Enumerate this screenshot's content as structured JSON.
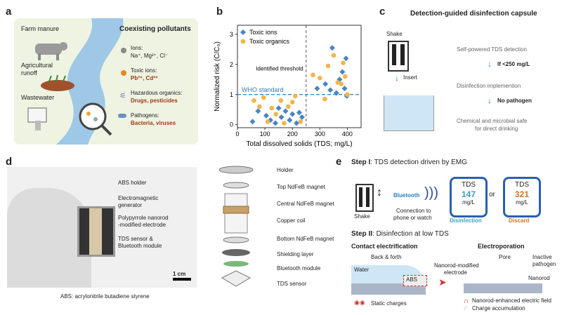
{
  "panel_a": {
    "label": "a",
    "sources": [
      "Farm manure",
      "Agricultural runoff",
      "Wastewater"
    ],
    "heading": "Coexisting pollutants",
    "items": [
      {
        "title": "Ions:",
        "detail": "Na⁺, Mg²⁺, Cl⁻",
        "icon": "gray-ion-icon"
      },
      {
        "title": "Toxic ions:",
        "detail": "Pb²⁺, Cd²⁺",
        "icon": "orange-ion-icon"
      },
      {
        "title": "Hazardous organics:",
        "detail": "Drugs, pesticides",
        "icon": "molecule-icon"
      },
      {
        "title": "Pathogens:",
        "detail": "Bacteria, viruses",
        "icon": "bacteria-icon"
      }
    ]
  },
  "panel_b": {
    "label": "b",
    "legend": [
      "Toxic ions",
      "Toxic organics"
    ],
    "annot_threshold": "Identified threshold",
    "annot_who": "WHO standard",
    "ylabel": "Normalized risk (C/C₀)",
    "xlabel": "Total dissolved solids (TDS; mg/L)",
    "xticks": [
      "0",
      "100",
      "200",
      "300",
      "400"
    ],
    "yticks": [
      "0",
      "1",
      "2",
      "3"
    ]
  },
  "chart_data": {
    "type": "scatter",
    "xlabel": "Total dissolved solids (TDS; mg/L)",
    "ylabel": "Normalized risk (C/C₀)",
    "xlim": [
      0,
      450
    ],
    "ylim": [
      -0.1,
      3.3
    ],
    "grid": false,
    "legend_position": "top-left",
    "threshold_x": 250,
    "who_y": 1,
    "colors": {
      "toxic_ions": "#4a84c4",
      "toxic_organics": "#f0b64a"
    },
    "series": [
      {
        "name": "Toxic ions",
        "marker": "diamond",
        "points": [
          [
            55,
            0.1
          ],
          [
            75,
            0.45
          ],
          [
            105,
            0.3
          ],
          [
            120,
            0.15
          ],
          [
            138,
            0.05
          ],
          [
            150,
            0.55
          ],
          [
            160,
            0.25
          ],
          [
            175,
            0.45
          ],
          [
            190,
            0.15
          ],
          [
            200,
            0.35
          ],
          [
            215,
            0.05
          ],
          [
            225,
            0.4
          ],
          [
            235,
            0.25
          ],
          [
            290,
            1.2
          ],
          [
            320,
            1.35
          ],
          [
            338,
            1.15
          ],
          [
            345,
            2.55
          ],
          [
            360,
            1.05
          ],
          [
            372,
            1.5
          ],
          [
            382,
            1.75
          ],
          [
            390,
            1.2
          ],
          [
            395,
            2.2
          ],
          [
            398,
            0.95
          ]
        ]
      },
      {
        "name": "Toxic organics",
        "marker": "circle",
        "points": [
          [
            60,
            0.8
          ],
          [
            80,
            0.6
          ],
          [
            95,
            0.9
          ],
          [
            110,
            0.1
          ],
          [
            125,
            0.55
          ],
          [
            140,
            0.35
          ],
          [
            158,
            0.8
          ],
          [
            170,
            0.05
          ],
          [
            185,
            0.6
          ],
          [
            200,
            0.75
          ],
          [
            210,
            0.95
          ],
          [
            230,
            0.1
          ],
          [
            275,
            1.65
          ],
          [
            300,
            1.55
          ],
          [
            318,
            0.85
          ],
          [
            330,
            1.95
          ],
          [
            350,
            2.3
          ],
          [
            365,
            1.4
          ],
          [
            378,
            1.35
          ],
          [
            385,
            2.05
          ],
          [
            392,
            1.6
          ],
          [
            400,
            1.0
          ]
        ]
      }
    ]
  },
  "panel_c": {
    "label": "c",
    "title": "Detection-guided disinfection capsule",
    "shake": "Shake",
    "insert": "Insert",
    "steps": [
      "Self-powered TDS detection",
      "If <250 mg/L",
      "Disinfection implemention",
      "No pathogen",
      "Chemical and microbial safe",
      "for direct drinking"
    ]
  },
  "panel_d": {
    "label": "d",
    "photo_labels": [
      "ABS holder",
      "Electromagnetic",
      "generator",
      "Polypyrrole nanorod",
      "-modified electrode",
      "TDS sensor &",
      "Bluetooth module"
    ],
    "scalebar": "1 cm",
    "caption": "ABS: acrylonitrile butadiene styrene",
    "exploded_labels": [
      "Holder",
      "Top NdFeB magnet",
      "Central NdFeB magnet",
      "Copper coil",
      "Bottom NdFeB magnet",
      "Shielding layer",
      "Bluetooth module",
      "TDS sensor"
    ]
  },
  "panel_e": {
    "label": "e",
    "step1_bold": "Step I",
    "step1_text": ": TDS detection driven by EMG",
    "shake": "Shake",
    "bluetooth": "Bluetooth",
    "connection": [
      "Connection to",
      "phone or watch"
    ],
    "tds_label": "TDS",
    "tds_good_value": "147",
    "tds_bad_value": "321",
    "unit": "mg/L",
    "or": "or",
    "disinfection": "Disinfection",
    "discard": "Discard",
    "step2_bold": "Step II",
    "step2_text": ": Disinfection at low TDS",
    "contact": "Contact electrification",
    "electroporation": "Electroporation",
    "back_forth": "Back & forth",
    "water": "Water",
    "abs": "ABS",
    "nanorod_modified": [
      "Nanorod-modified",
      "electrode"
    ],
    "pore": "Pore",
    "inactive": [
      "Inactive",
      "pathogen"
    ],
    "nanorod": "Nanorod",
    "static": "Static charges",
    "field": "Nanorod-enhanced electric field",
    "accumulation": "Charge accumulation"
  }
}
